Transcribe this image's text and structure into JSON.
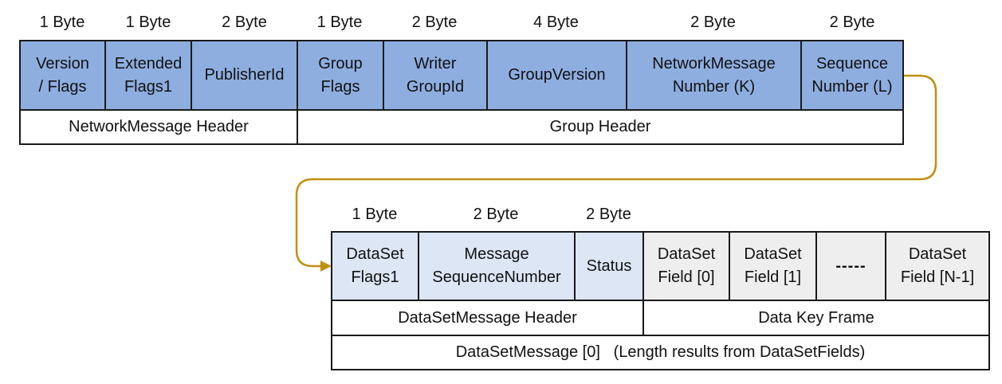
{
  "top": {
    "sizes": [
      "1 Byte",
      "1 Byte",
      "2 Byte",
      "1 Byte",
      "2 Byte",
      "4 Byte",
      "2 Byte",
      "2 Byte"
    ],
    "fields": [
      "Version\n/ Flags",
      "Extended\nFlags1",
      "PublisherId",
      "Group\nFlags",
      "Writer\nGroupId",
      "GroupVersion",
      "NetworkMessage\nNumber (K)",
      "Sequence\nNumber (L)"
    ],
    "sections": [
      "NetworkMessage Header",
      "Group Header"
    ]
  },
  "bottom": {
    "sizes": [
      "1 Byte",
      "2 Byte",
      "2 Byte"
    ],
    "fields": [
      "DataSet\nFlags1",
      "Message\nSequenceNumber",
      "Status",
      "DataSet\nField [0]",
      "DataSet\nField [1]",
      "-----",
      "DataSet\nField [N-1]"
    ],
    "sections": [
      "DataSetMessage Header",
      "Data Key Frame"
    ],
    "footer": "DataSetMessage [0]   (Length results from DataSetFields)"
  },
  "colors": {
    "header_field": "#8eaee0",
    "dataset_header_field": "#dce6f4",
    "dataset_field": "#eeeeee",
    "connector": "#c09010"
  }
}
